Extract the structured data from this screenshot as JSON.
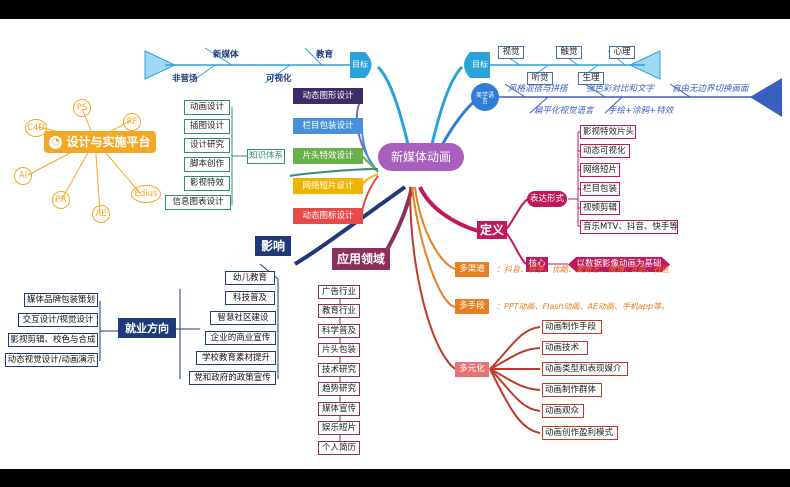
{
  "center": "新媒体动画",
  "mission": {
    "head": "目标",
    "items": [
      "新媒体",
      "教育",
      "非营场",
      "可视化"
    ]
  },
  "goal": {
    "head": "目标",
    "items": [
      "视觉",
      "触觉",
      "心理",
      "听觉",
      "生理"
    ]
  },
  "aesthetics": {
    "head": "美学语言",
    "items": [
      "风格混搭与拼搭",
      "强色彩对比和文字",
      "自由无边界切换画面",
      "扁平化视觉语言",
      "手绘+涂鸦+特效"
    ]
  },
  "platform": {
    "title": "设计与实施平台",
    "tools": [
      "PS",
      "C4D",
      "RF",
      "AI",
      "Edius",
      "PR",
      "AE"
    ]
  },
  "knowledge": {
    "head": "知识体系",
    "items": [
      "动画设计",
      "插图设计",
      "设计研究",
      "脚本创作",
      "影视特效",
      "信息图表设计"
    ]
  },
  "modules": [
    "动态图形设计",
    "栏目包装设计",
    "片头特效设计",
    "网络短片设计",
    "动态图标设计"
  ],
  "definition": {
    "head": "定义",
    "form": {
      "head": "表达形式",
      "items": [
        "影视特效片头",
        "动态可视化",
        "网络短片",
        "栏目包装",
        "视频剪辑",
        "音乐MTV、抖音、快手等"
      ]
    },
    "core": {
      "head": "核心",
      "text": "以数据影像动画为基础"
    }
  },
  "channels": {
    "head": "多渠道",
    "text": "：抖音、快手、优酷、爱奇艺、微博、B站、社区"
  },
  "means": {
    "head": "多手段",
    "text": "：PPT动画、Flash动画、AE动画、手机app等。"
  },
  "diversity": {
    "head": "多元化",
    "items": [
      "动画制作手段",
      "动画技术",
      "动画类型和表现媒介",
      "动画制作群体",
      "动画观众",
      "动画创作盈利模式"
    ]
  },
  "application": {
    "head": "应用领域",
    "items": [
      "广告行业",
      "教育行业",
      "科学普及",
      "片头包装",
      "技术研究",
      "趋势研究",
      "媒体宣传",
      "娱乐短片",
      "个人简历"
    ]
  },
  "influence": {
    "head": "影响",
    "items": [
      "幼儿教育",
      "科技普及",
      "智慧社区建设",
      "企业的商业宣传",
      "学校教育素材提升",
      "党和政府的政策宣传"
    ]
  },
  "career": {
    "head": "就业方向",
    "items": [
      "媒体品牌包装策划",
      "交互设计/视觉设计",
      "影视剪辑、校色与合成",
      "动态视觉设计/动画演示"
    ]
  },
  "nav_icons": [
    "arrow-left-icon",
    "pen-icon",
    "slides-icon",
    "more-icon",
    "arrow-right-icon"
  ],
  "colors": {
    "center": "#a85fbe",
    "definition": "#c1185b",
    "orange": "#e67e22",
    "red": "#c0392b",
    "navy": "#1f3a7a",
    "teal": "#2f8f77",
    "sky": "#29a3d9",
    "platform": "#f5a623"
  }
}
